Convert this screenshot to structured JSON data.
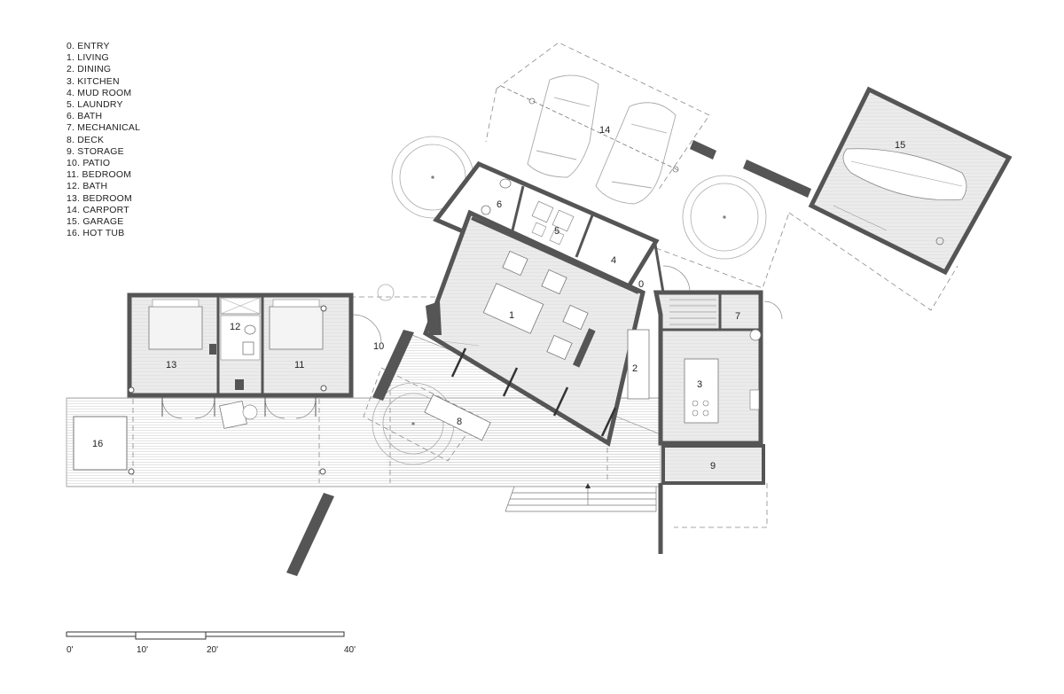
{
  "legend": [
    "0. ENTRY",
    "1. LIVING",
    "2. DINING",
    "3. KITCHEN",
    "4. MUD ROOM",
    "5. LAUNDRY",
    "6. BATH",
    "7. MECHANICAL",
    "8. DECK",
    "9. STORAGE",
    "10. PATIO",
    "11. BEDROOM",
    "12. BATH",
    "13. BEDROOM",
    "14. CARPORT",
    "15. GARAGE",
    "16. HOT TUB"
  ],
  "room_numbers": {
    "r0": "0",
    "r1": "1",
    "r2": "2",
    "r3": "3",
    "r4": "4",
    "r5": "5",
    "r6": "6",
    "r7": "7",
    "r8": "8",
    "r9": "9",
    "r10": "10",
    "r11": "11",
    "r12": "12",
    "r13": "13",
    "r14": "14",
    "r15": "15",
    "r16": "16"
  },
  "scale_bar": {
    "labels": [
      "0'",
      "10'",
      "20'",
      "40'"
    ]
  },
  "colors": {
    "wall": "#555555",
    "fill": "#ebebeb",
    "line": "#9a9a9a",
    "dash": "#8a8a8a"
  }
}
